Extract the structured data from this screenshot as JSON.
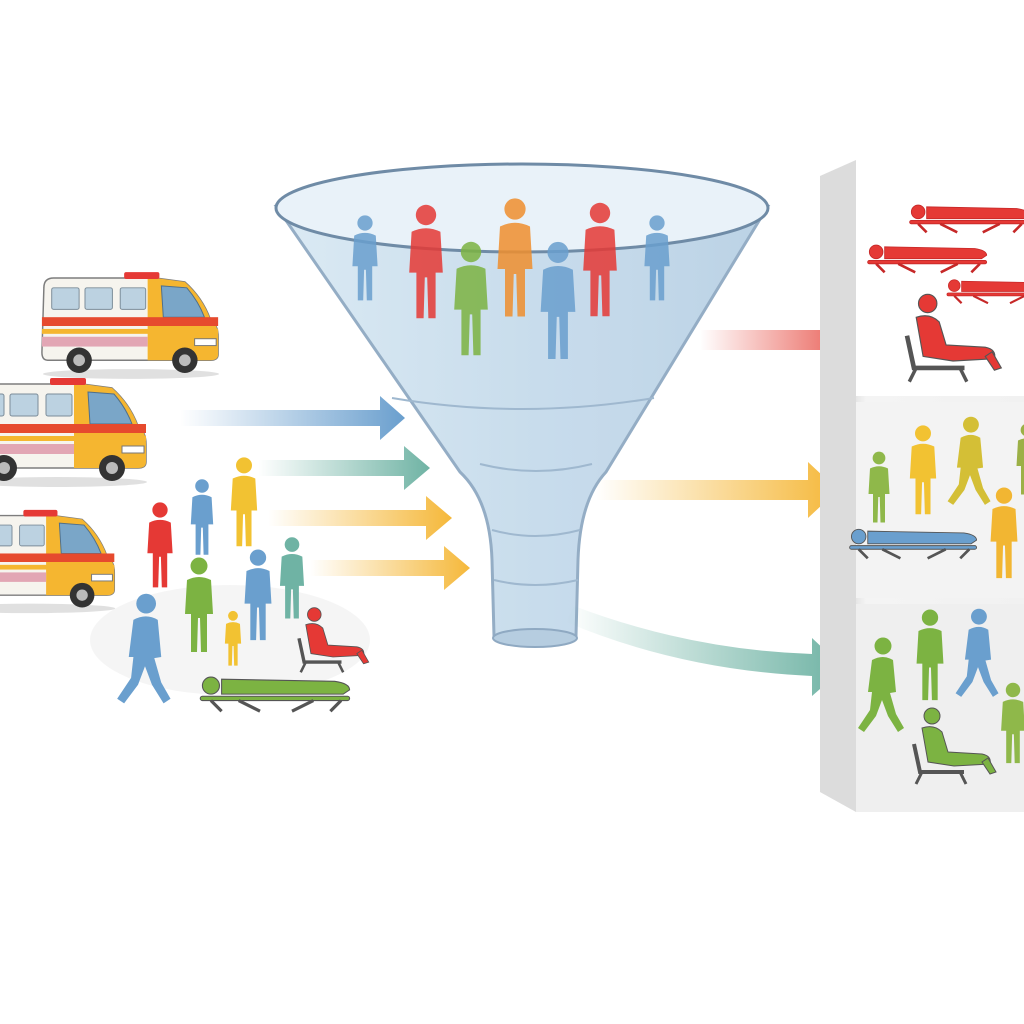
{
  "colors": {
    "red": "#e53935",
    "orange": "#ef8f2e",
    "yellow": "#f2c232",
    "green": "#7cb342",
    "blue": "#6a9fce",
    "teal": "#6fb3a4",
    "funnel_fill": "#cfe3f1",
    "funnel_stroke": "#8fa9c2",
    "panel_bg": "#ededed",
    "van_body": "#f6f4ee",
    "van_front": "#f5b630",
    "van_stripe": "#e64a2e"
  },
  "icons": {
    "ambulance": "ambulance-icon",
    "person": "person-icon",
    "stretcher": "stretcher-icon",
    "wheelchair": "recliner-chair-icon",
    "arrow": "arrow-right-icon",
    "funnel": "funnel-icon"
  },
  "incoming": {
    "ambulance_count": 3,
    "arrow_colors": [
      "blue",
      "teal",
      "yellow",
      "yellow"
    ]
  },
  "outcomes": [
    {
      "category": "red"
    },
    {
      "category": "yellow"
    },
    {
      "category": "green"
    }
  ]
}
